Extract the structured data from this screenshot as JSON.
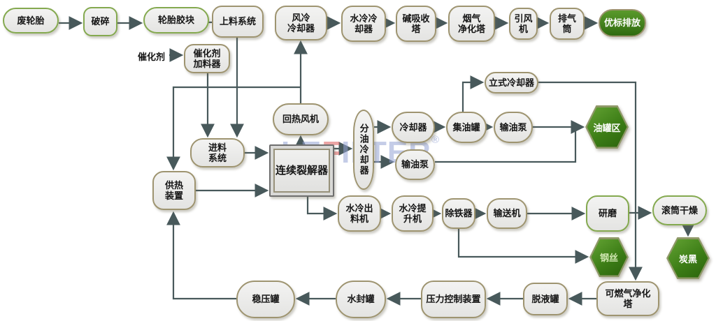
{
  "watermark": {
    "part1": "LE",
    "part2": "F",
    "part3": "ILTER",
    "reg": "®"
  },
  "colors": {
    "line": "#48595B",
    "tan_border": "#9E9470",
    "green_border": "#84A94F",
    "dark_green_fill": "#3C7D16"
  },
  "nodes": {
    "waste_tire": {
      "label": "废轮胎"
    },
    "crush": {
      "label": "破碎"
    },
    "tire_block": {
      "label": "轮胎胶块"
    },
    "loading_system": {
      "label": "上料系统"
    },
    "air_cooling_cooler": {
      "label": "风冷\n冷却器"
    },
    "water_cooling_cooler": {
      "label": "水冷冷\n却器"
    },
    "alkali_absorption_tower": {
      "label": "碱吸收\n塔"
    },
    "flue_gas_purification_tower": {
      "label": "烟气\n净化塔"
    },
    "induced_draft_fan": {
      "label": "引风\n机"
    },
    "exhaust_stack": {
      "label": "排气\n筒"
    },
    "standard_emission": {
      "label": "优标排放"
    },
    "catalyst": {
      "label": "催化剂"
    },
    "catalyst_feeder": {
      "label": "催化剂\n加料器"
    },
    "reheat_fan": {
      "label": "回热风机"
    },
    "feeding_system": {
      "label": "进料\n系统"
    },
    "heating_device": {
      "label": "供热\n装置"
    },
    "continuous_pyrolysis_reactor": {
      "label": "连续裂解器"
    },
    "oil_separation_cooler": {
      "label": "分油冷却器"
    },
    "cooler": {
      "label": "冷却器"
    },
    "oil_collecting_tank": {
      "label": "集油罐"
    },
    "oil_pump_upper": {
      "label": "输油泵"
    },
    "vertical_cooler": {
      "label": "立式冷却器"
    },
    "oil_tank_area": {
      "label": "油罐区"
    },
    "oil_pump_lower": {
      "label": "输油泵"
    },
    "water_cooled_discharger": {
      "label": "水冷出\n料机"
    },
    "water_cooled_elevator": {
      "label": "水冷提\n升机"
    },
    "iron_remover": {
      "label": "除铁器"
    },
    "conveyor": {
      "label": "输送机"
    },
    "grinding": {
      "label": "研磨"
    },
    "drum_dryer": {
      "label": "滚筒干燥"
    },
    "carbon_black": {
      "label": "炭黑"
    },
    "steel_wire": {
      "label": "钢丝"
    },
    "pressure_stabilizing_tank": {
      "label": "稳压罐"
    },
    "water_seal_tank": {
      "label": "水封罐"
    },
    "pressure_control_device": {
      "label": "压力控制装置"
    },
    "liquid_removal_tank": {
      "label": "脱液罐"
    },
    "combustible_gas_purification_tower": {
      "label": "可燃气净化\n塔"
    }
  }
}
